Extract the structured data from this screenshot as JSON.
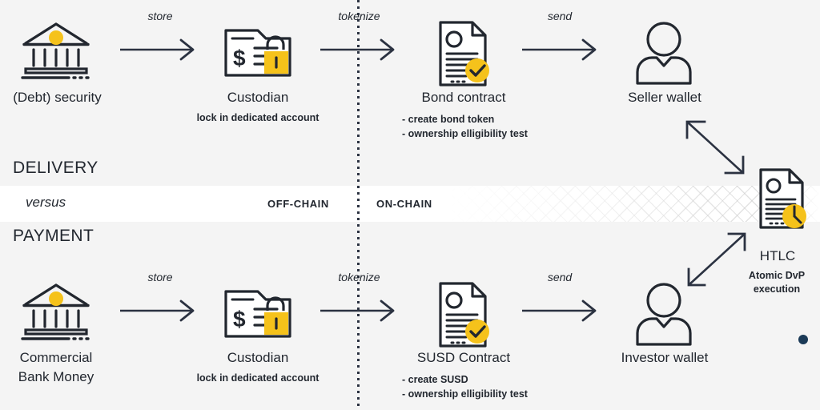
{
  "colors": {
    "background": "#f4f4f4",
    "band": "#ffffff",
    "ink": "#22272f",
    "accent_yellow": "#f5c21b",
    "dot_navy": "#1b3a57"
  },
  "sections": {
    "delivery_label": "DELIVERY",
    "versus_label": "versus",
    "payment_label": "PAYMENT",
    "offchain_label": "OFF-CHAIN",
    "onchain_label": "ON-CHAIN"
  },
  "delivery_row": {
    "nodes": [
      {
        "title": "(Debt) security",
        "sub": "",
        "icon": "bank-icon",
        "bullets": []
      },
      {
        "title": "Custodian",
        "sub": "lock in dedicated account",
        "icon": "document-dollar-lock-icon",
        "bullets": []
      },
      {
        "title": "Bond contract",
        "sub": "",
        "icon": "contract-check-icon",
        "bullets": [
          "- create bond token",
          "- ownership elligibility test"
        ]
      },
      {
        "title": "Seller wallet",
        "sub": "",
        "icon": "user-wallet-icon",
        "bullets": []
      }
    ],
    "edges": [
      {
        "label": "store",
        "icon": "arrow-right-icon"
      },
      {
        "label": "tokenize",
        "icon": "arrow-right-icon"
      },
      {
        "label": "send",
        "icon": "arrow-right-icon"
      }
    ]
  },
  "payment_row": {
    "nodes": [
      {
        "title": "Commercial",
        "title2": "Bank Money",
        "sub": "",
        "icon": "bank-icon",
        "bullets": []
      },
      {
        "title": "Custodian",
        "sub": "lock in dedicated account",
        "icon": "document-dollar-lock-icon",
        "bullets": []
      },
      {
        "title": "SUSD Contract",
        "sub": "",
        "icon": "contract-check-icon",
        "bullets": [
          "- create SUSD",
          "- ownership elligibility test"
        ]
      },
      {
        "title": "Investor wallet",
        "sub": "",
        "icon": "user-wallet-icon",
        "bullets": []
      }
    ],
    "edges": [
      {
        "label": "store",
        "icon": "arrow-right-icon"
      },
      {
        "label": "tokenize",
        "icon": "arrow-right-icon"
      },
      {
        "label": "send",
        "icon": "arrow-right-icon"
      }
    ]
  },
  "htlc": {
    "title": "HTLC",
    "sub_line1": "Atomic DvP",
    "sub_line2": "execution",
    "icon": "contract-clock-icon",
    "link_top_icon": "arrow-diagonal-double-icon",
    "link_bottom_icon": "arrow-diagonal-double-icon"
  }
}
